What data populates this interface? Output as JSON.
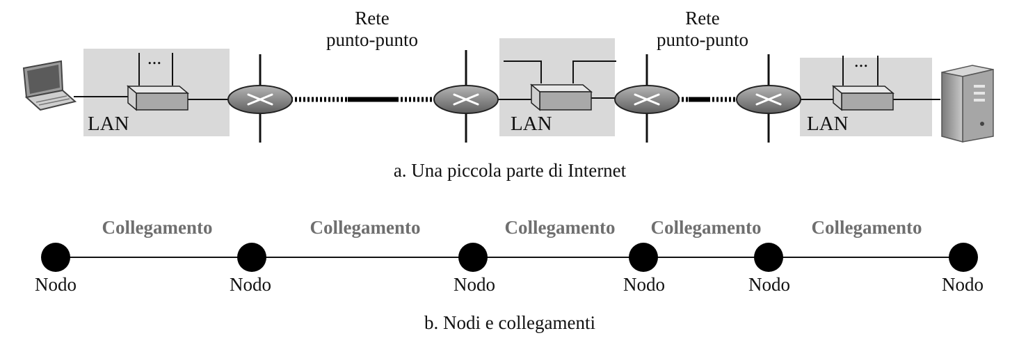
{
  "part_a": {
    "caption": "a. Una piccola parte di Internet",
    "p2p_networks": [
      {
        "line1": "Rete",
        "line2": "punto-punto"
      },
      {
        "line1": "Rete",
        "line2": "punto-punto"
      }
    ],
    "lans": [
      {
        "label": "LAN",
        "ports_label": "..."
      },
      {
        "label": "LAN",
        "ports_label": ""
      },
      {
        "label": "LAN",
        "ports_label": "..."
      }
    ],
    "devices": {
      "left": "laptop-icon",
      "right": "server-icon"
    },
    "colors": {
      "lan_background": "#d9d9d9",
      "router": "#8a8a8a",
      "switch": "#a9a9a9"
    }
  },
  "part_b": {
    "caption": "b. Nodi e collegamenti",
    "node_label": "Nodo",
    "link_label": "Collegamento",
    "nodes": [
      "Nodo",
      "Nodo",
      "Nodo",
      "Nodo",
      "Nodo",
      "Nodo"
    ],
    "links": [
      "Collegamento",
      "Collegamento",
      "Collegamento",
      "Collegamento",
      "Collegamento"
    ],
    "colors": {
      "link_label": "#6f6f6f",
      "node": "#000000"
    }
  }
}
